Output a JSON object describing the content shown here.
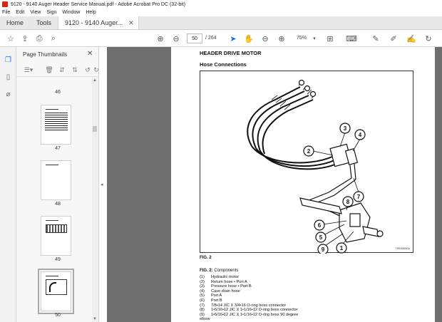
{
  "window": {
    "title": "9120 - 9140 Auger Header Service Manual.pdf - Adobe Acrobat Pro DC (32-bit)"
  },
  "menu": [
    "File",
    "Edit",
    "View",
    "Sign",
    "Window",
    "Help"
  ],
  "tabs": {
    "home": "Home",
    "tools": "Tools",
    "document": "9120 - 9140 Auger..."
  },
  "toolbar": {
    "current_page": "50",
    "total_pages": "/ 264",
    "zoom": "75%"
  },
  "panel": {
    "title": "Page Thumbnails"
  },
  "thumbnails": [
    {
      "label": "46"
    },
    {
      "label": "47"
    },
    {
      "label": "48"
    },
    {
      "label": "49"
    },
    {
      "label": "50"
    }
  ],
  "page": {
    "heading": "HEADER DRIVE MOTOR",
    "subheading": "Hose Connections",
    "figure_code": "70016830A",
    "figure_label": "FIG. 2",
    "caption_label": "FIG. 2:",
    "caption_text": "Components",
    "callouts": [
      "1",
      "2",
      "3",
      "4",
      "5",
      "6",
      "7",
      "8",
      "9"
    ],
    "components": [
      {
        "num": "(1)",
        "text": "Hydraulic motor"
      },
      {
        "num": "(2)",
        "text": "Return hose • Port A"
      },
      {
        "num": "(3)",
        "text": "Pressure hose • Port B"
      },
      {
        "num": "(4)",
        "text": "Case drain hose"
      },
      {
        "num": "(5)",
        "text": "Port A"
      },
      {
        "num": "(6)",
        "text": "Port B"
      },
      {
        "num": "(7)",
        "text": "7/8•14 JIC X 3/4•16 O-ring boss connector"
      },
      {
        "num": "(8)",
        "text": "1•5/16•12 JIC X 1•1/16•12 O-ring boss connector"
      },
      {
        "num": "(9)",
        "text": "1•5/16•12 JIC X 1•1/16•12 O-ring boss 90 degree"
      },
      {
        "num": "",
        "text": "elbow"
      }
    ]
  },
  "colors": {
    "accent": "#1473e6",
    "doc_background": "#6f6f6f",
    "tab_bar": "#e8e8e8"
  }
}
